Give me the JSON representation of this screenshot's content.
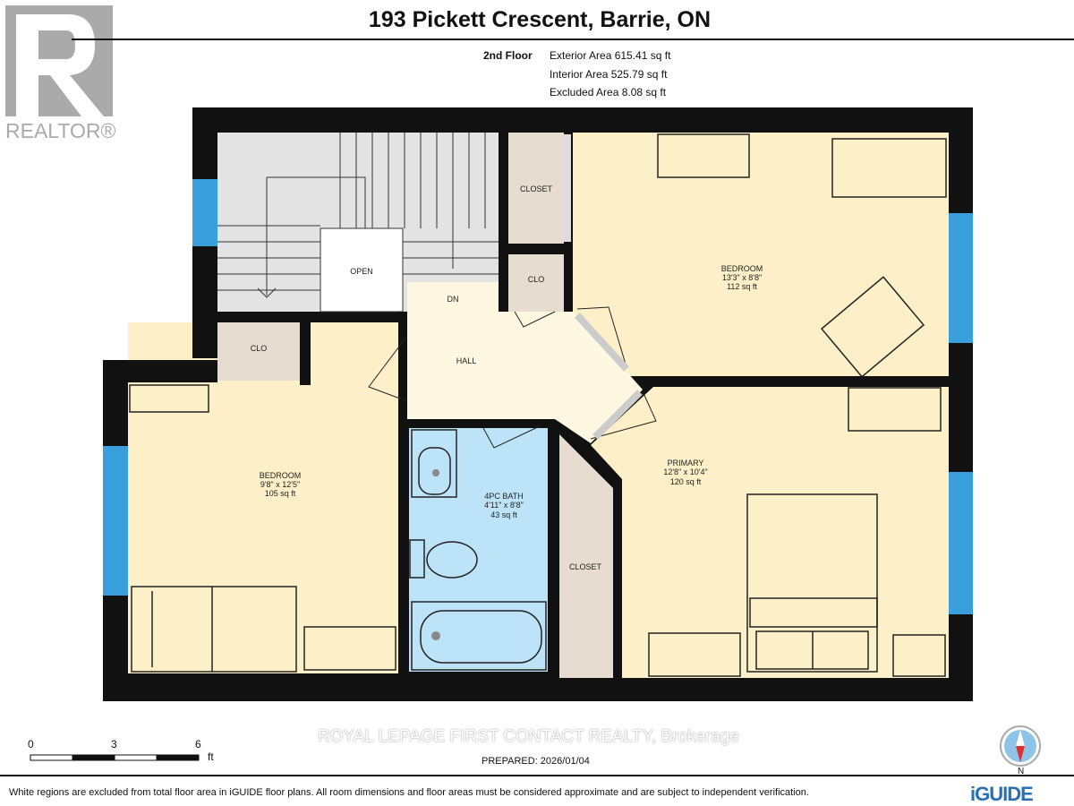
{
  "header": {
    "title": "193 Pickett Crescent, Barrie, ON",
    "floor": "2nd Floor",
    "exterior_area": "Exterior Area 615.41 sq ft",
    "interior_area": "Interior Area 525.79 sq ft",
    "excluded_area": "Excluded Area 8.08 sq ft"
  },
  "logo": {
    "text": "REALTOR®"
  },
  "rooms": {
    "bedroom_top": {
      "name": "BEDROOM",
      "dims": "13'3\" x 8'8\"",
      "area": "112 sq ft"
    },
    "bedroom_left": {
      "name": "BEDROOM",
      "dims": "9'8\" x 12'5\"",
      "area": "105 sq ft"
    },
    "primary": {
      "name": "PRIMARY",
      "dims": "12'8\" x 10'4\"",
      "area": "120 sq ft"
    },
    "bath": {
      "name": "4PC BATH",
      "dims": "4'11\" x 8'8\"",
      "area": "43 sq ft"
    },
    "closet_top": "CLOSET",
    "clo_top": "CLO",
    "clo_left": "CLO",
    "closet_mid": "CLOSET",
    "open": "OPEN",
    "hall": "HALL",
    "dn": "DN"
  },
  "colors": {
    "bedroom": "#fdf0c8",
    "hall": "#fef8e2",
    "bath": "#bde3f8",
    "closet": "#e6ddd0",
    "stairs": "#e3e3e3",
    "wall": "#111111",
    "window": "#3aa0dd"
  },
  "footer": {
    "scale": [
      "0",
      "3",
      "6"
    ],
    "scale_unit": "ft",
    "brokerage": "ROYAL LEPAGE FIRST CONTACT REALTY, Brokerage",
    "prepared": "PREPARED: 2026/01/04",
    "north": "N",
    "disclaimer": "White regions are excluded from total floor area in iGUIDE floor plans. All room dimensions and floor areas must be considered approximate and are subject to independent verification.",
    "brand": "iGUIDE"
  }
}
